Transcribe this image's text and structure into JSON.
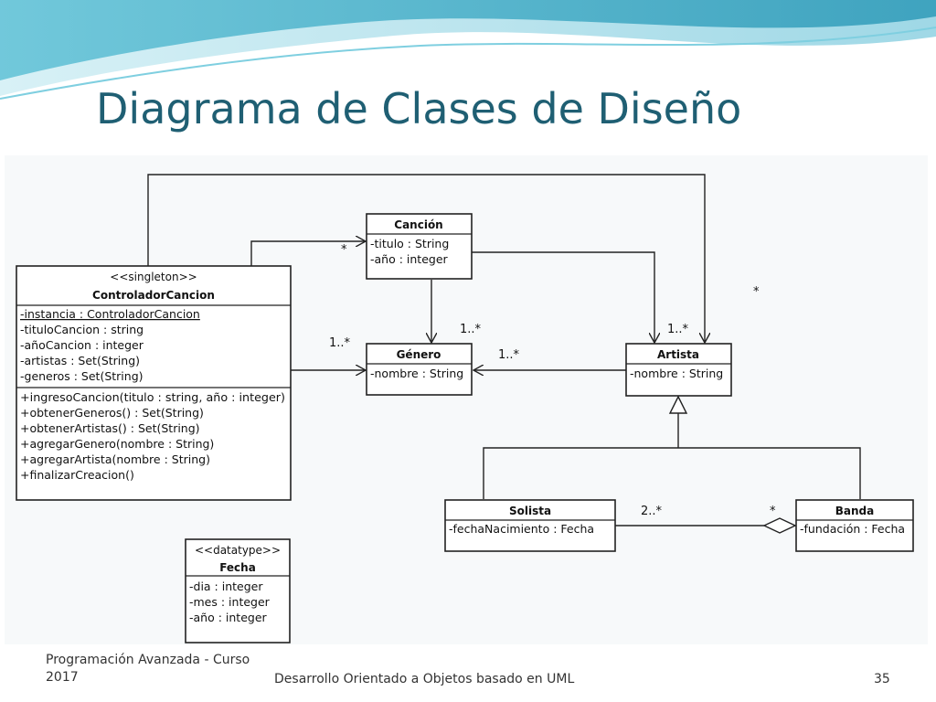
{
  "slide": {
    "title": "Diagrama de Clases de Diseño",
    "footer_left_line1": "Programación Avanzada - Curso",
    "footer_left_line2": "2017",
    "footer_center": "Desarrollo Orientado a Objetos basado en UML",
    "page_number": "35"
  },
  "colors": {
    "title": "#1f5f73",
    "banner_dark": "#3aa6c2",
    "banner_light": "#bfe6ef"
  },
  "diagram": {
    "classes": {
      "controlador": {
        "stereotype": "<<singleton>>",
        "name": "ControladorCancion",
        "attributes": [
          "-instancia : ControladorCancion",
          "-tituloCancion : string",
          "-añoCancion : integer",
          "-artistas : Set(String)",
          "-generos : Set(String)"
        ],
        "operations": [
          "+ingresoCancion(titulo : string, año : integer)",
          "+obtenerGeneros() : Set(String)",
          "+obtenerArtistas() : Set(String)",
          "+agregarGenero(nombre : String)",
          "+agregarArtista(nombre : String)",
          "+finalizarCreacion()"
        ]
      },
      "cancion": {
        "name": "Canción",
        "attributes": [
          "-titulo : String",
          "-año : integer"
        ]
      },
      "genero": {
        "name": "Género",
        "attributes": [
          "-nombre : String"
        ]
      },
      "artista": {
        "name": "Artista",
        "attributes": [
          "-nombre : String"
        ]
      },
      "solista": {
        "name": "Solista",
        "attributes": [
          "-fechaNacimiento : Fecha"
        ]
      },
      "banda": {
        "name": "Banda",
        "attributes": [
          "-fundación : Fecha"
        ]
      },
      "fecha": {
        "stereotype": "<<datatype>>",
        "name": "Fecha",
        "attributes": [
          "-dia : integer",
          "-mes : integer",
          "-año : integer"
        ]
      }
    },
    "multiplicities": {
      "controlador_cancion": "*",
      "controlador_genero": "1..*",
      "controlador_artista": "*",
      "cancion_genero": "1..*",
      "cancion_artista": "1..*",
      "artista_genero": "1..*",
      "banda_solista_solista_end": "2..*",
      "banda_solista_banda_end": "*"
    }
  }
}
